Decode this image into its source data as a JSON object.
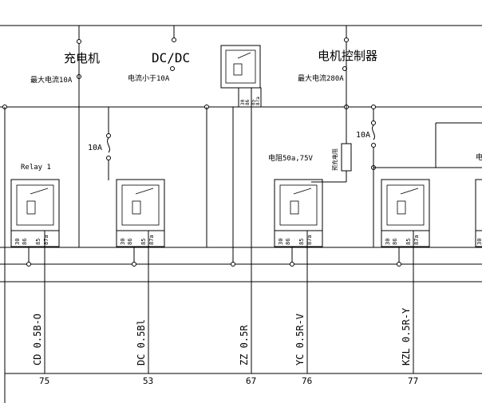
{
  "devices": {
    "charger": {
      "name": "充电机",
      "rating": "最大电流10A"
    },
    "dcdc": {
      "name": "DC/DC",
      "rating": "电流小于10A"
    },
    "motor_controller": {
      "name": "电机控制器",
      "rating": "最大电流280A"
    }
  },
  "relays": {
    "relay1_label": "Relay 1",
    "pins": [
      "30",
      "86",
      "85",
      "87a"
    ]
  },
  "fuses": {
    "f1": "10A",
    "f2": "10A"
  },
  "resistor": {
    "rating": "电阻50a,75V",
    "caption": "预充电阻"
  },
  "side_label": "电",
  "wires": [
    {
      "code": "CD 0.5B-O",
      "number": "75"
    },
    {
      "code": "DC 0.5Bl",
      "number": "53"
    },
    {
      "code": "ZZ 0.5R",
      "number": "67"
    },
    {
      "code": "YC 0.5R-V",
      "number": "76"
    },
    {
      "code": "KZL 0.5R-Y",
      "number": "77"
    }
  ]
}
